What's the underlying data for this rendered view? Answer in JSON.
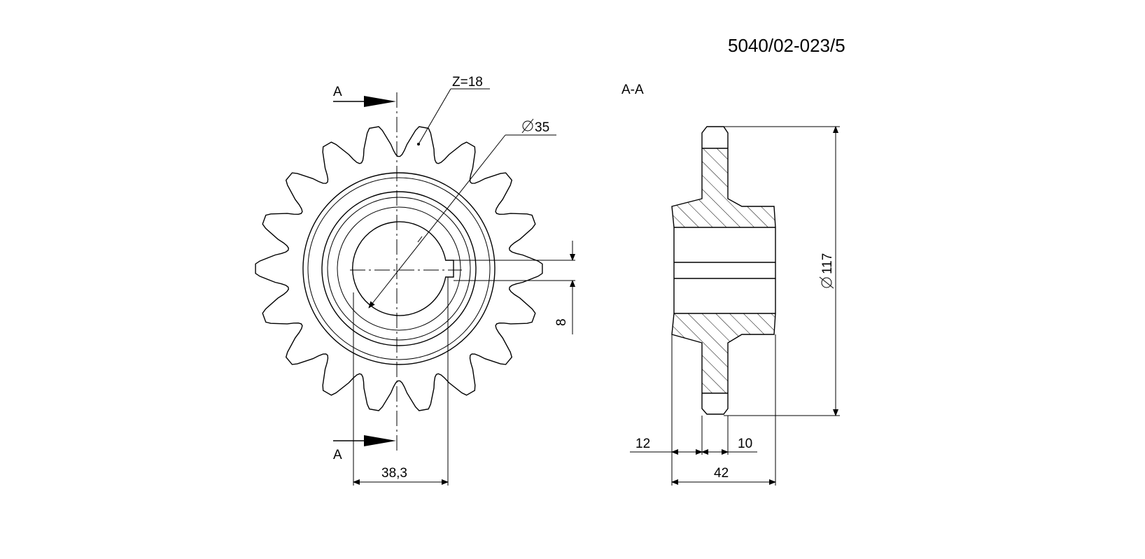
{
  "drawing_number": "5040/02-023/5",
  "section_label": "A-A",
  "cut_marker_label": "A",
  "teeth_label": "Z=18",
  "teeth_count": 18,
  "bore_diameter_label": "35",
  "outer_diameter_label": "117",
  "keyway_label": "8",
  "bore_to_key_label": "38,3",
  "hub_left_label": "12",
  "plate_right_label": "10",
  "total_width_label": "42",
  "line_color": "#000000"
}
